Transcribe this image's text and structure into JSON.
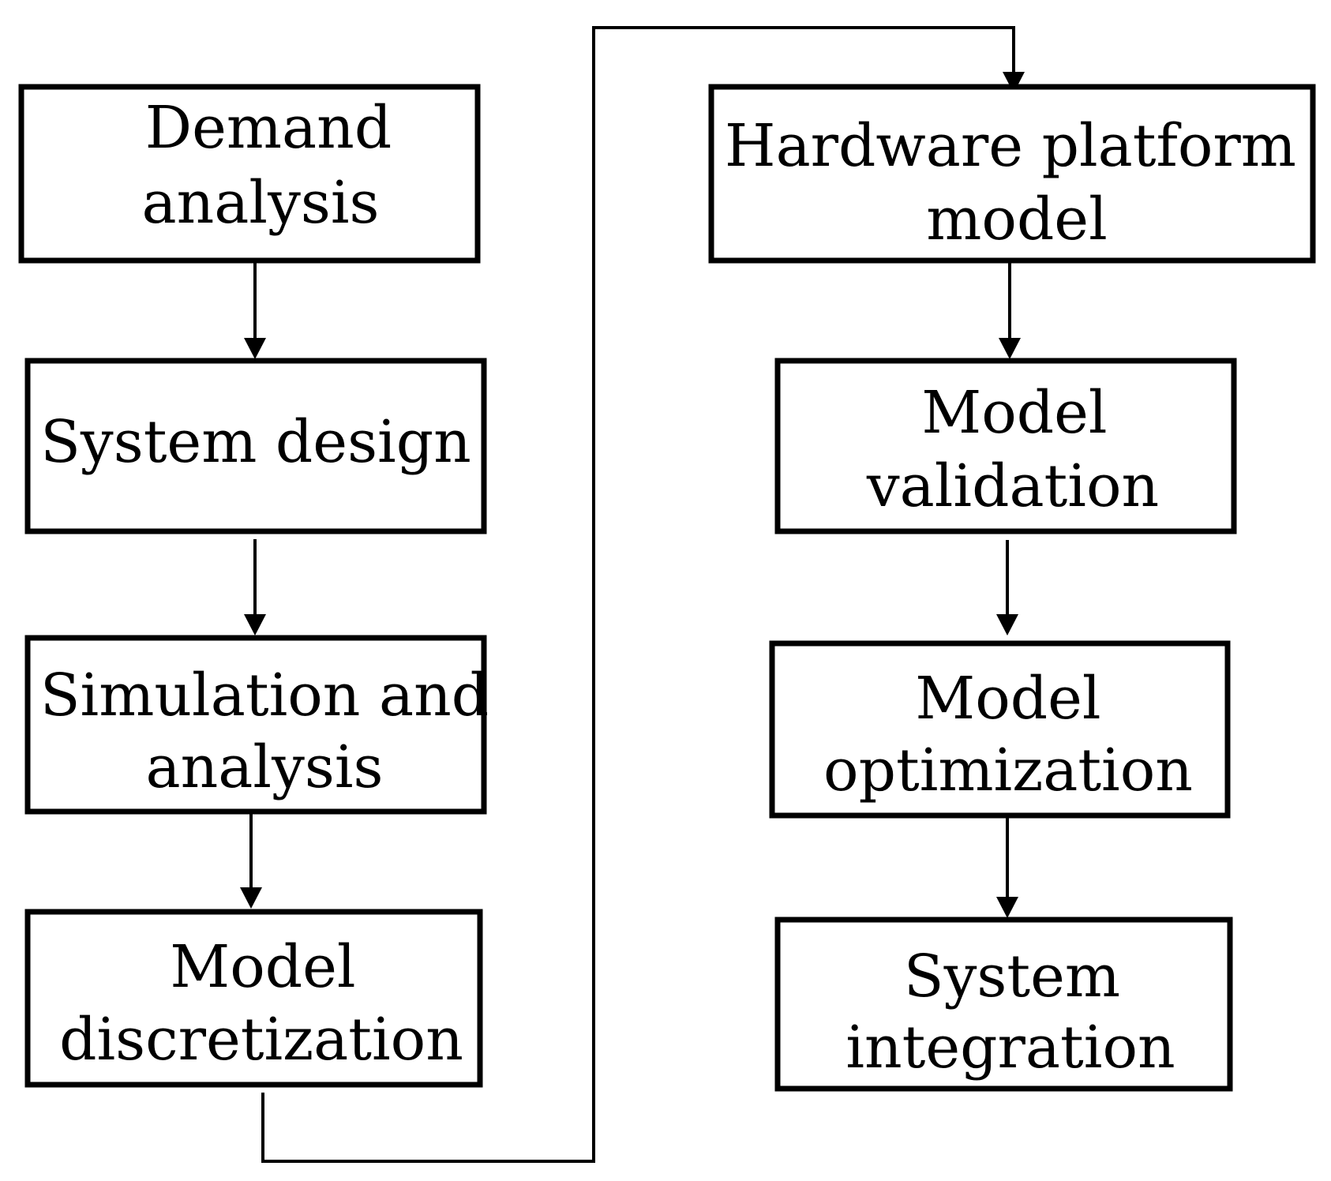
{
  "diagram": {
    "nodes": [
      {
        "id": "demand",
        "lines": [
          "Demand",
          "analysis"
        ]
      },
      {
        "id": "system_design",
        "lines": [
          "System design"
        ]
      },
      {
        "id": "simulation",
        "lines": [
          "Simulation and",
          "analysis"
        ]
      },
      {
        "id": "discretization",
        "lines": [
          "Model",
          "discretization"
        ]
      },
      {
        "id": "hardware",
        "lines": [
          "Hardware platform",
          "model"
        ]
      },
      {
        "id": "validation",
        "lines": [
          "Model",
          "validation"
        ]
      },
      {
        "id": "optimization",
        "lines": [
          "Model",
          "optimization"
        ]
      },
      {
        "id": "integration",
        "lines": [
          "System",
          "integration"
        ]
      }
    ],
    "edges": [
      {
        "from": "demand",
        "to": "system_design"
      },
      {
        "from": "system_design",
        "to": "simulation"
      },
      {
        "from": "simulation",
        "to": "discretization"
      },
      {
        "from": "discretization",
        "to": "hardware"
      },
      {
        "from": "hardware",
        "to": "validation"
      },
      {
        "from": "validation",
        "to": "optimization"
      },
      {
        "from": "optimization",
        "to": "integration"
      }
    ]
  }
}
